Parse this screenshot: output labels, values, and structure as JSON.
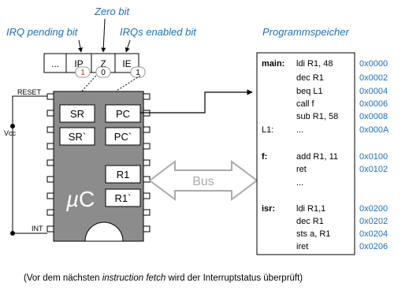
{
  "labels": {
    "zero_bit": "Zero bit",
    "irq_pending": "IRQ pending bit",
    "irqs_enabled": "IRQs enabled bit",
    "programmspeicher": "Programmspeicher"
  },
  "status_bits": [
    {
      "name": "...",
      "value": ""
    },
    {
      "name": "IP",
      "value": "1"
    },
    {
      "name": "Z",
      "value": "0"
    },
    {
      "name": "IE",
      "value": "1"
    }
  ],
  "pins": {
    "reset": "RESET",
    "vcc": "Vcc",
    "int": "INT"
  },
  "registers": {
    "sr": "SR",
    "sr_shadow": "SR`",
    "pc": "PC",
    "pc_shadow": "PC`",
    "r1": "R1",
    "r1_shadow": "R1`"
  },
  "chip_label_mu": "µ",
  "chip_label_c": "C",
  "bus_label": "Bus",
  "program": [
    {
      "label": "main:",
      "bold": true,
      "instr": "ldi R1, 48",
      "addr": "0x0000"
    },
    {
      "label": "",
      "bold": false,
      "instr": "dec R1",
      "addr": "0x0002"
    },
    {
      "label": "",
      "bold": false,
      "instr": "beq L1",
      "addr": "0x0004"
    },
    {
      "label": "",
      "bold": false,
      "instr": "call f",
      "addr": "0x0006"
    },
    {
      "label": "",
      "bold": false,
      "instr": "sub R1, 58",
      "addr": "0x0008"
    },
    {
      "label": "L1:",
      "bold": false,
      "instr": "...",
      "addr": "0x000A"
    },
    {
      "label": "f:",
      "bold": true,
      "instr": "add R1, 11",
      "addr": "0x0100"
    },
    {
      "label": "",
      "bold": false,
      "instr": "ret",
      "addr": "0x0102"
    },
    {
      "label": "",
      "bold": false,
      "instr": "...",
      "addr": ""
    },
    {
      "label": "isr:",
      "bold": true,
      "instr": "ldi R1,1",
      "addr": "0x0200"
    },
    {
      "label": "",
      "bold": false,
      "instr": "dec R1",
      "addr": "0x0202"
    },
    {
      "label": "",
      "bold": false,
      "instr": "sts a, R1",
      "addr": "0x0204"
    },
    {
      "label": "",
      "bold": false,
      "instr": "iret",
      "addr": "0x0206"
    }
  ],
  "caption_pre": "(Vor dem nächsten ",
  "caption_em": "instruction fetch",
  "caption_post": " wird der Interruptstatus überprüft)",
  "colors": {
    "blue": "#1f6fb5",
    "chip": "#8c8c8c",
    "bit_value": "#cc2222"
  }
}
